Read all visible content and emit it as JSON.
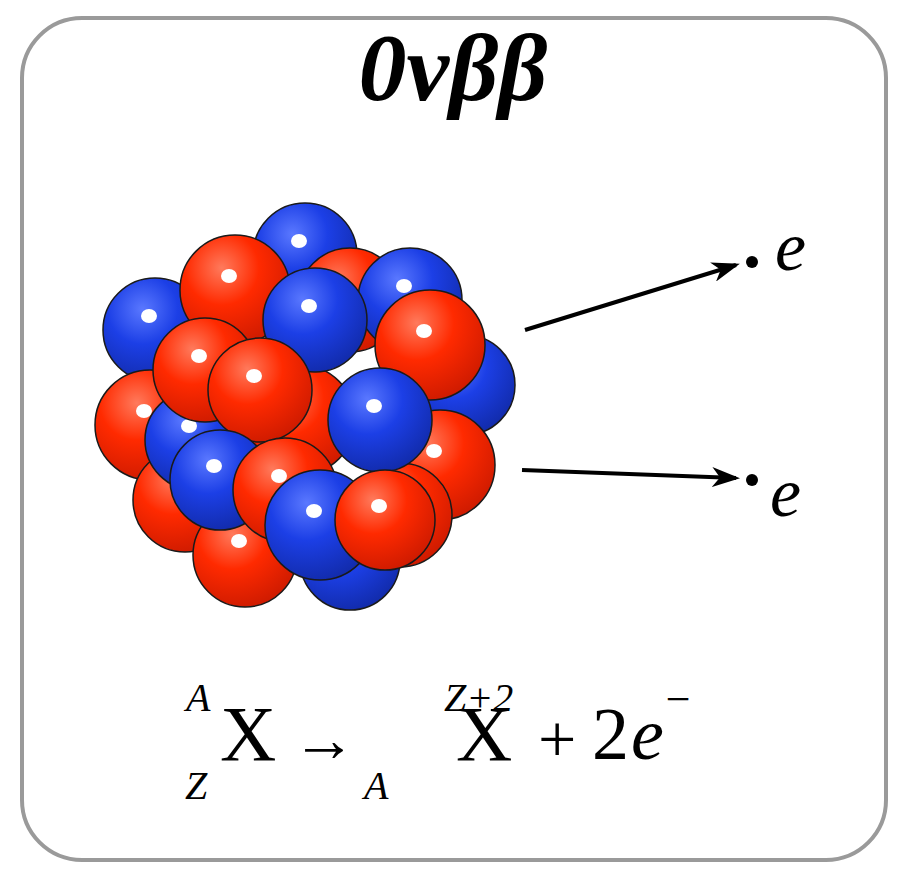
{
  "diagram": {
    "title": "0νββ",
    "labels": [
      "e",
      "e",
      "A",
      "Z",
      "X",
      "→",
      "A",
      "Z+2",
      "X",
      "+",
      "2",
      "e",
      "−"
    ]
  }
}
